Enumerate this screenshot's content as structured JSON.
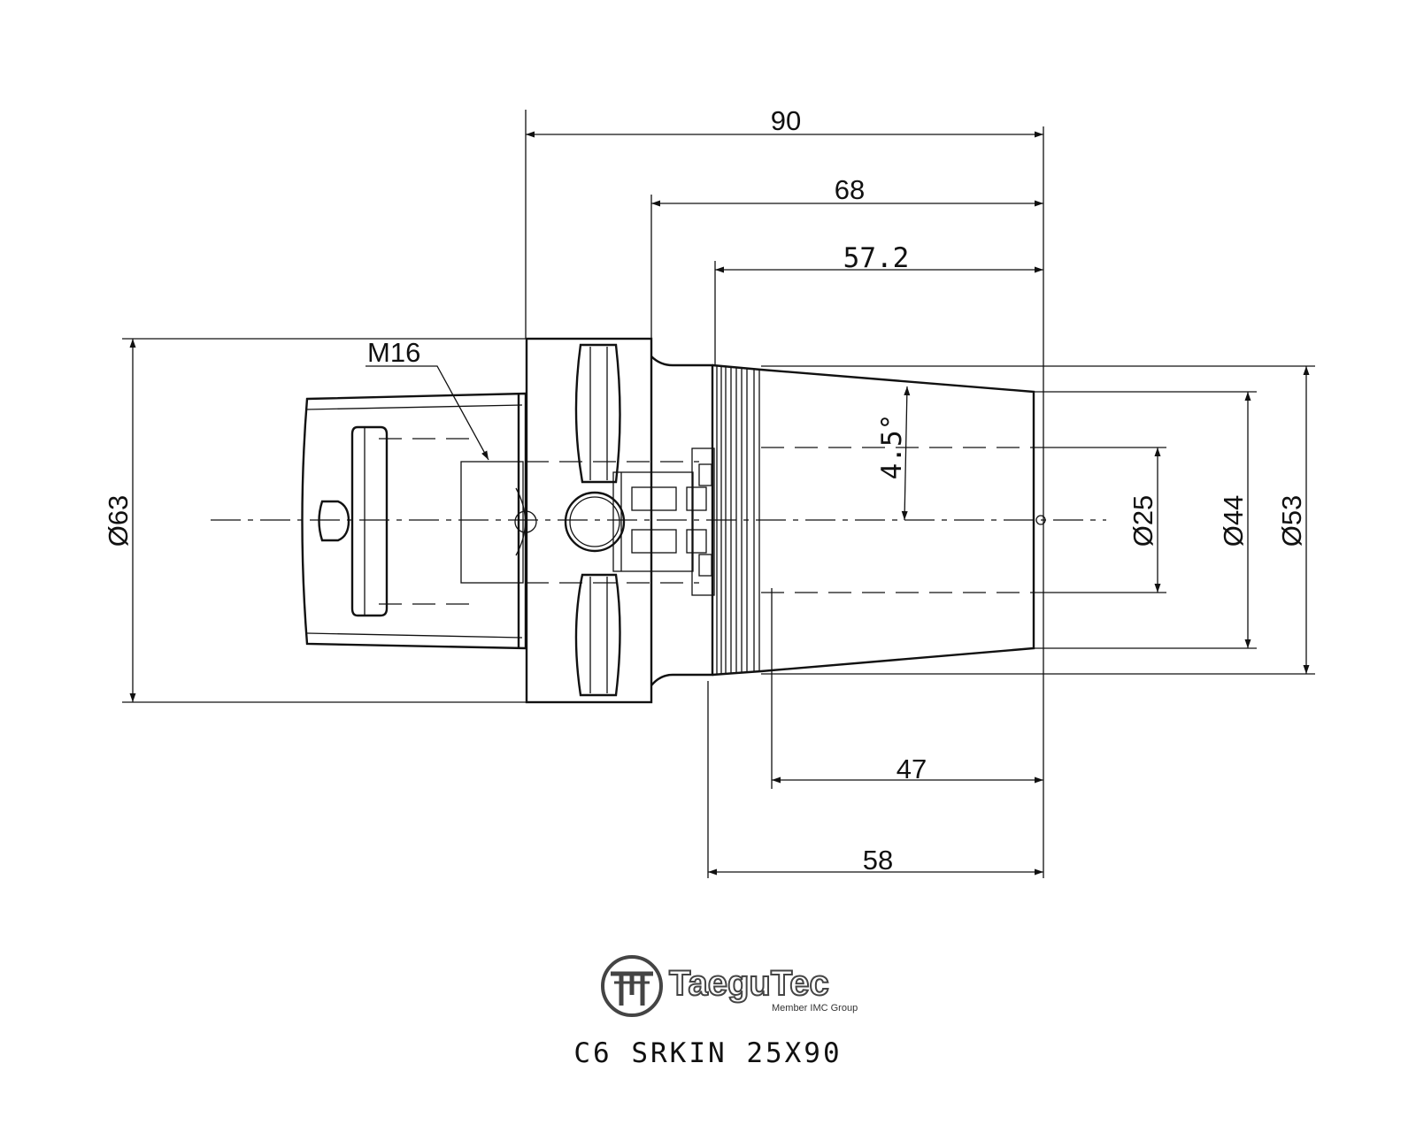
{
  "dimensions": {
    "overall_length": "90",
    "shank_length": "68",
    "taper_length": "57.2",
    "length_47": "47",
    "length_58": "58",
    "thread": "M16",
    "angle": "4.5°",
    "dia_63": "Ø63",
    "dia_25": "Ø25",
    "dia_44": "Ø44",
    "dia_53": "Ø53"
  },
  "brand": {
    "name": "TaeguTec",
    "tagline": "Member IMC Group",
    "logo_icon": "taegutec-tt-logo-icon"
  },
  "part_code": "C6 SRKIN 25X90"
}
